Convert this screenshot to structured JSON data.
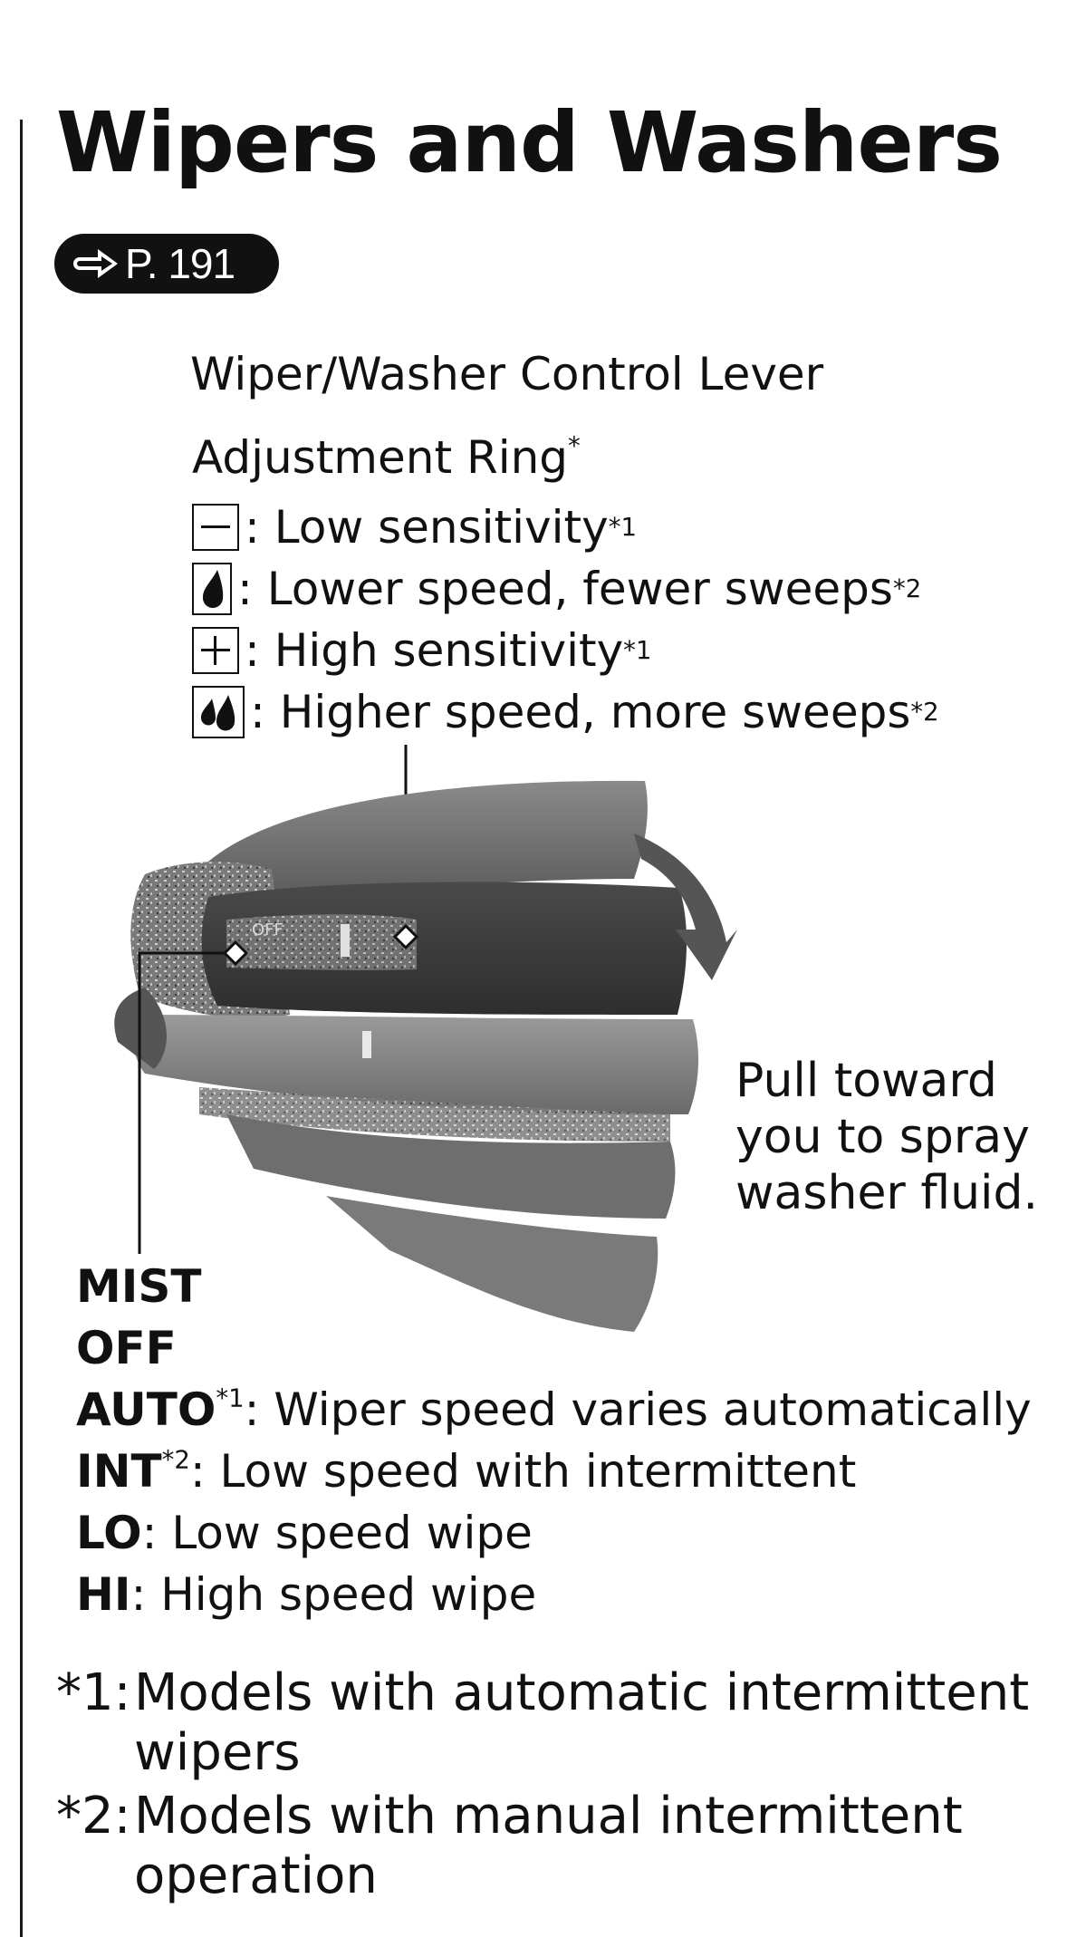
{
  "page": {
    "title": "Wipers and Washers",
    "reference": "P. 191"
  },
  "diagram": {
    "title": "Wiper/Washer Control Lever",
    "adjustment_ring": {
      "label": "Adjustment Ring",
      "marker": "*",
      "items": [
        {
          "icon": "minus-box-icon",
          "text": ": Low sensitivity",
          "note": "*1"
        },
        {
          "icon": "single-drop-icon",
          "text": ": Lower speed, fewer sweeps",
          "note": "*2"
        },
        {
          "icon": "plus-box-icon",
          "text": ": High sensitivity",
          "note": "*1"
        },
        {
          "icon": "double-drop-icon",
          "text": ": Higher speed, more sweeps",
          "note": "*2"
        }
      ]
    },
    "lever_mark": "OFF",
    "pull_note": [
      "Pull toward",
      "you to spray",
      "washer fluid."
    ]
  },
  "positions": [
    {
      "label": "MIST",
      "note": "",
      "text": ""
    },
    {
      "label": "OFF",
      "note": "",
      "text": ""
    },
    {
      "label": "AUTO",
      "note": "*1",
      "text": ": Wiper speed varies automatically"
    },
    {
      "label": "INT",
      "note": "*2",
      "text": ": Low speed with intermittent"
    },
    {
      "label": "LO",
      "note": "",
      "text": ": Low speed wipe"
    },
    {
      "label": "HI",
      "note": "",
      "text": ": High speed wipe"
    }
  ],
  "footnotes": [
    {
      "mark": "*1:",
      "text": "Models with automatic intermittent wipers"
    },
    {
      "mark": "*2:",
      "text": "Models with manual intermittent operation"
    }
  ],
  "colors": {
    "ink": "#111111",
    "lever_dark": "#3a3a3a",
    "lever_mid": "#6e6e6e",
    "lever_light": "#9a9a9a",
    "arrow": "#4a4a4a"
  }
}
